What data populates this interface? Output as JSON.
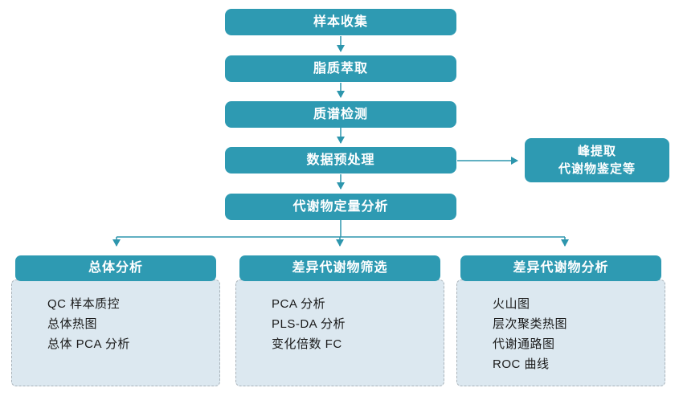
{
  "colors": {
    "accent_teal": "#2E9AB2",
    "connector": "#2D96AD",
    "panel_bg": "#DCE8F0",
    "panel_border": "#A9B3BA",
    "panel_text": "#1A1A1A",
    "box_text": "#FFFFFF",
    "background": "#FFFFFF"
  },
  "flow": {
    "steps": [
      {
        "label": "样本收集"
      },
      {
        "label": "脂质萃取"
      },
      {
        "label": "质谱检测"
      },
      {
        "label": "数据预处理"
      },
      {
        "label": "代谢物定量分析"
      }
    ],
    "side_note": {
      "lines": [
        "峰提取",
        "代谢物鉴定等"
      ]
    }
  },
  "columns": [
    {
      "title": "总体分析",
      "items": [
        "QC 样本质控",
        "总体热图",
        "总体 PCA 分析"
      ]
    },
    {
      "title": "差异代谢物筛选",
      "items": [
        "PCA 分析",
        "PLS-DA 分析",
        "变化倍数 FC"
      ]
    },
    {
      "title": "差异代谢物分析",
      "items": [
        "火山图",
        "层次聚类热图",
        "代谢通路图",
        "ROC 曲线"
      ]
    }
  ]
}
